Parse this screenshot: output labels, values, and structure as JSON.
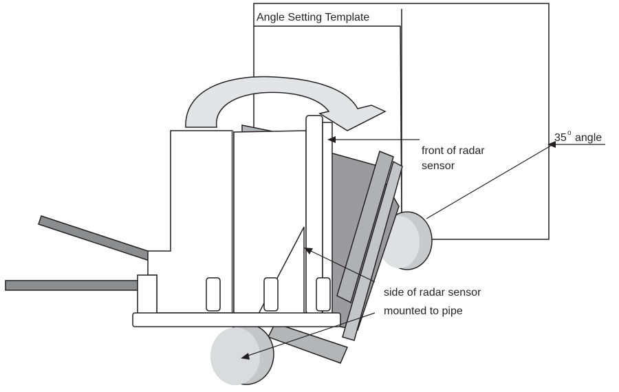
{
  "template": {
    "title": "Angle Setting Template"
  },
  "callouts": {
    "front_line1": "front of radar",
    "front_line2": "sensor",
    "angle_value": "35",
    "angle_degree": "o",
    "angle_word": "angle",
    "side_line1": "side of radar sensor",
    "side_line2": "mounted to pipe"
  },
  "colors": {
    "outline": "#231f20",
    "fill_light": "#ffffff",
    "fill_mid": "#c8c8ca",
    "fill_dark": "#9b9b9d",
    "fill_pipe": "#b9bbbd",
    "arrow_fill": "#e3e4e6"
  }
}
